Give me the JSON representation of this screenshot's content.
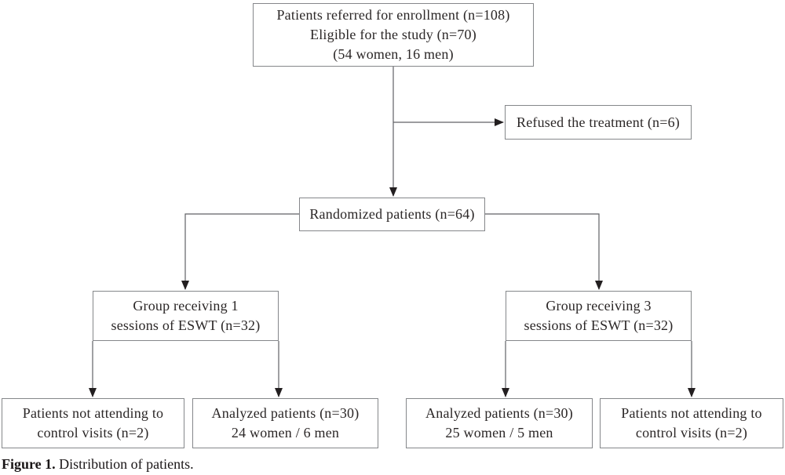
{
  "nodes": {
    "referred": {
      "line1": "Patients referred for enrollment (n=108)",
      "line2": "Eligible for the study (n=70)",
      "line3": "(54 women, 16 men)"
    },
    "refused": {
      "line1": "Refused the treatment (n=6)"
    },
    "randomized": {
      "line1": "Randomized patients (n=64)"
    },
    "group1": {
      "line1": "Group receiving 1",
      "line2": "sessions of ESWT (n=32)"
    },
    "group3": {
      "line1": "Group receiving 3",
      "line2": "sessions of ESWT (n=32)"
    },
    "not_attending_left": {
      "line1": "Patients not attending to",
      "line2": "control visits (n=2)"
    },
    "analyzed_left": {
      "line1": "Analyzed patients (n=30)",
      "line2": "24 women / 6 men"
    },
    "analyzed_right": {
      "line1": "Analyzed patients (n=30)",
      "line2": "25 women / 5 men"
    },
    "not_attending_right": {
      "line1": "Patients not attending to",
      "line2": "control visits (n=2)"
    }
  },
  "figure": {
    "caption_label": "Figure 1.",
    "caption_text": " Distribution of patients."
  },
  "colors": {
    "border_color": "#85878a",
    "line_color": "#606266",
    "arrow_color": "#231f20",
    "text_color": "#2b2727",
    "bg_color": "#ffffff"
  }
}
